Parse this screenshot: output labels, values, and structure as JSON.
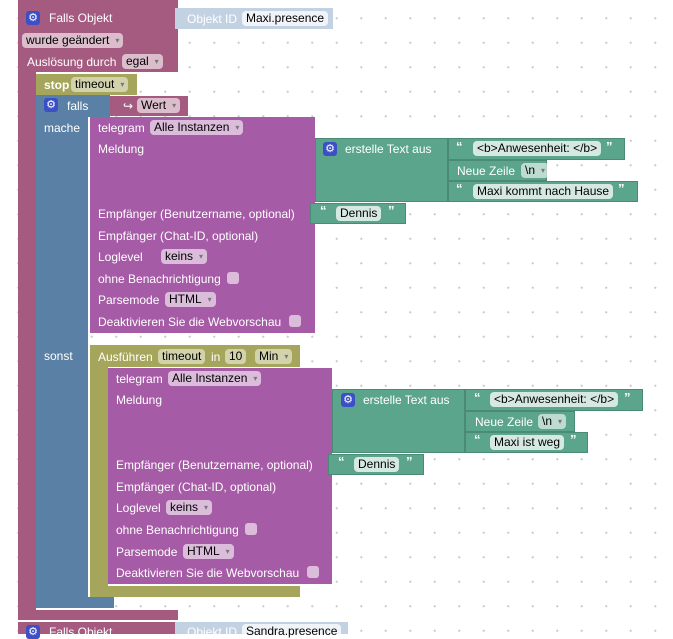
{
  "trigger": {
    "title": "Falls Objekt",
    "object_id_label": "Objekt ID",
    "object_id": "Maxi.presence",
    "condition": "wurde geändert",
    "trigger_by_label": "Auslösung durch",
    "trigger_by": "egal"
  },
  "stop": {
    "label": "stop",
    "timer": "timeout"
  },
  "if": {
    "label": "falls",
    "do_label": "mache",
    "else_label": "sonst",
    "value_arrow": "↪",
    "value": "Wert"
  },
  "telegram1": {
    "label": "telegram",
    "instance": "Alle Instanzen",
    "message": "Meldung",
    "recipient_user": "Empfänger (Benutzername, optional)",
    "recipient_chat": "Empfänger (Chat-ID, optional)",
    "loglevel_label": "Loglevel",
    "loglevel": "keins",
    "silent": "ohne Benachrichtigung",
    "parsemode_label": "Parsemode",
    "parsemode": "HTML",
    "disable_preview": "Deaktivieren Sie die Webvorschau"
  },
  "text1": {
    "label": "erstelle Text aus",
    "part1": "<b>Anwesenheit: </b>",
    "newline_label": "Neue Zeile",
    "newline": "\\n",
    "part3": "Maxi kommt nach Hause",
    "recipient": "Dennis"
  },
  "timeout": {
    "label": "Ausführen",
    "name": "timeout",
    "in": "in",
    "value": "10",
    "unit": "Min"
  },
  "telegram2": {
    "label": "telegram",
    "instance": "Alle Instanzen",
    "message": "Meldung",
    "recipient_user": "Empfänger (Benutzername, optional)",
    "recipient_chat": "Empfänger (Chat-ID, optional)",
    "loglevel_label": "Loglevel",
    "loglevel": "keins",
    "silent": "ohne Benachrichtigung",
    "parsemode_label": "Parsemode",
    "parsemode": "HTML",
    "disable_preview": "Deaktivieren Sie die Webvorschau"
  },
  "text2": {
    "label": "erstelle Text aus",
    "part1": "<b>Anwesenheit: </b>",
    "newline_label": "Neue Zeile",
    "newline": "\\n",
    "part3": "Maxi ist weg",
    "recipient": "Dennis"
  },
  "trigger2": {
    "title": "Falls Objekt",
    "object_id_label": "Objekt ID",
    "object_id": "Sandra.presence"
  },
  "quote_open": "“",
  "quote_close": "”",
  "gear": "⚙"
}
